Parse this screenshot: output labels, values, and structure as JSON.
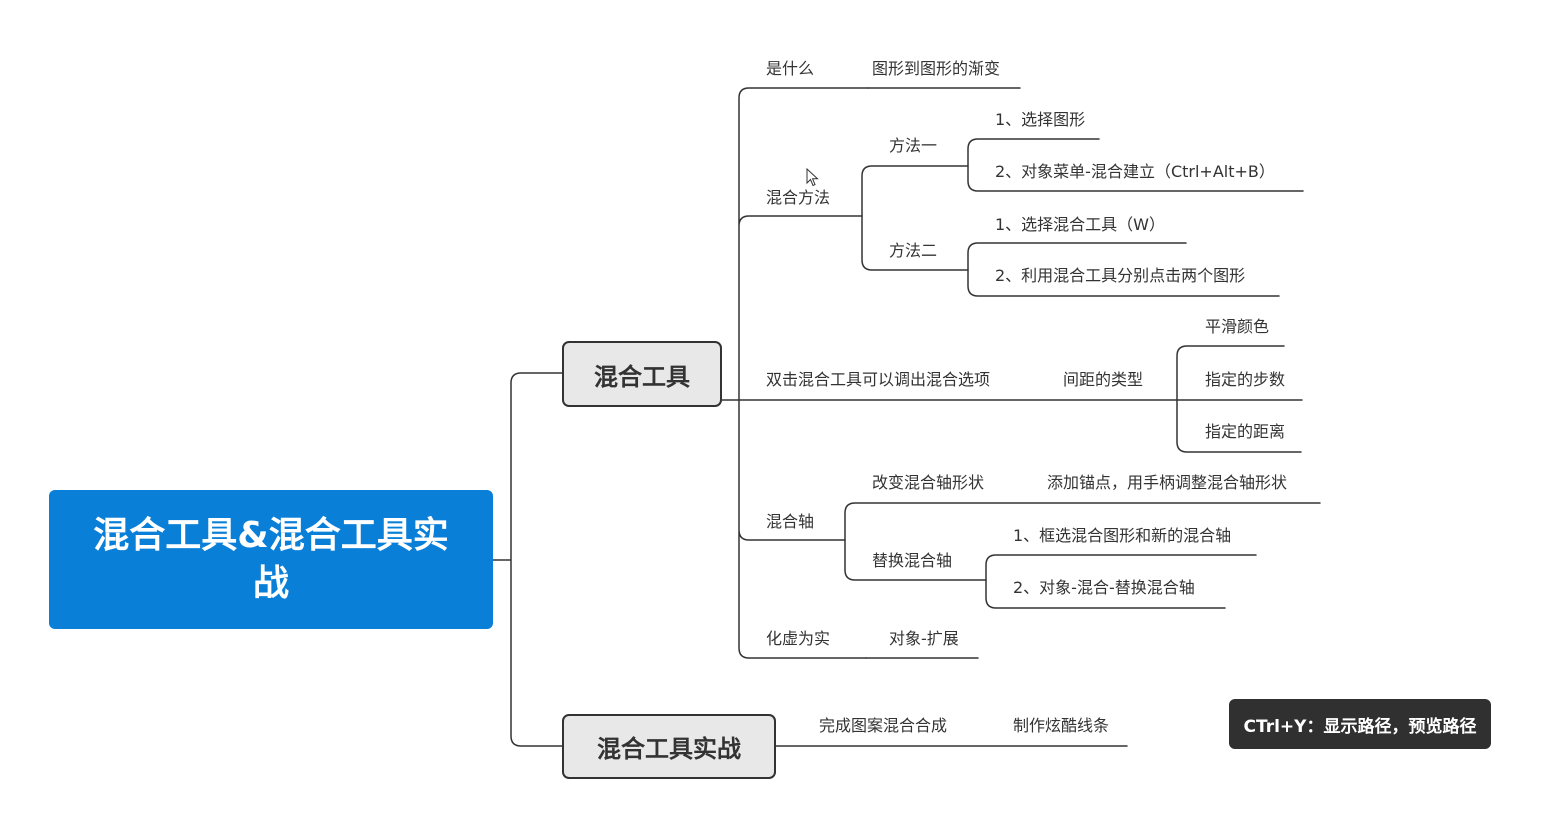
{
  "root": {
    "label": "混合工具&混合工具实战"
  },
  "main_nodes": {
    "blend_tool": "混合工具",
    "blend_practice": "混合工具实战"
  },
  "what_is": {
    "label": "是什么",
    "answer": "图形到图形的渐变"
  },
  "blend_method": {
    "label": "混合方法",
    "method1": {
      "label": "方法一",
      "step1": "1、选择图形",
      "step2": "2、对象菜单-混合建立（Ctrl+Alt+B）"
    },
    "method2": {
      "label": "方法二",
      "step1": "1、选择混合工具（W）",
      "step2": "2、利用混合工具分别点击两个图形"
    }
  },
  "options": {
    "label": "双击混合工具可以调出混合选项",
    "spacing": {
      "label": "间距的类型",
      "types": [
        "平滑颜色",
        "指定的步数",
        "指定的距离"
      ]
    }
  },
  "spine": {
    "label": "混合轴",
    "change": {
      "label": "改变混合轴形状",
      "detail": "添加锚点，用手柄调整混合轴形状"
    },
    "replace": {
      "label": "替换混合轴",
      "step1": "1、框选混合图形和新的混合轴",
      "step2": "2、对象-混合-替换混合轴"
    }
  },
  "expand": {
    "label": "化虚为实",
    "detail": "对象-扩展"
  },
  "practice": {
    "label": "完成图案混合合成",
    "detail": "制作炫酷线条"
  },
  "shortcut_hint": "CTrl+Y：显示路径，预览路径",
  "colors": {
    "root_fill": "#0a7fd8",
    "line": "#333333",
    "main_fill": "#e8e8e8",
    "hint_fill": "#303030"
  }
}
